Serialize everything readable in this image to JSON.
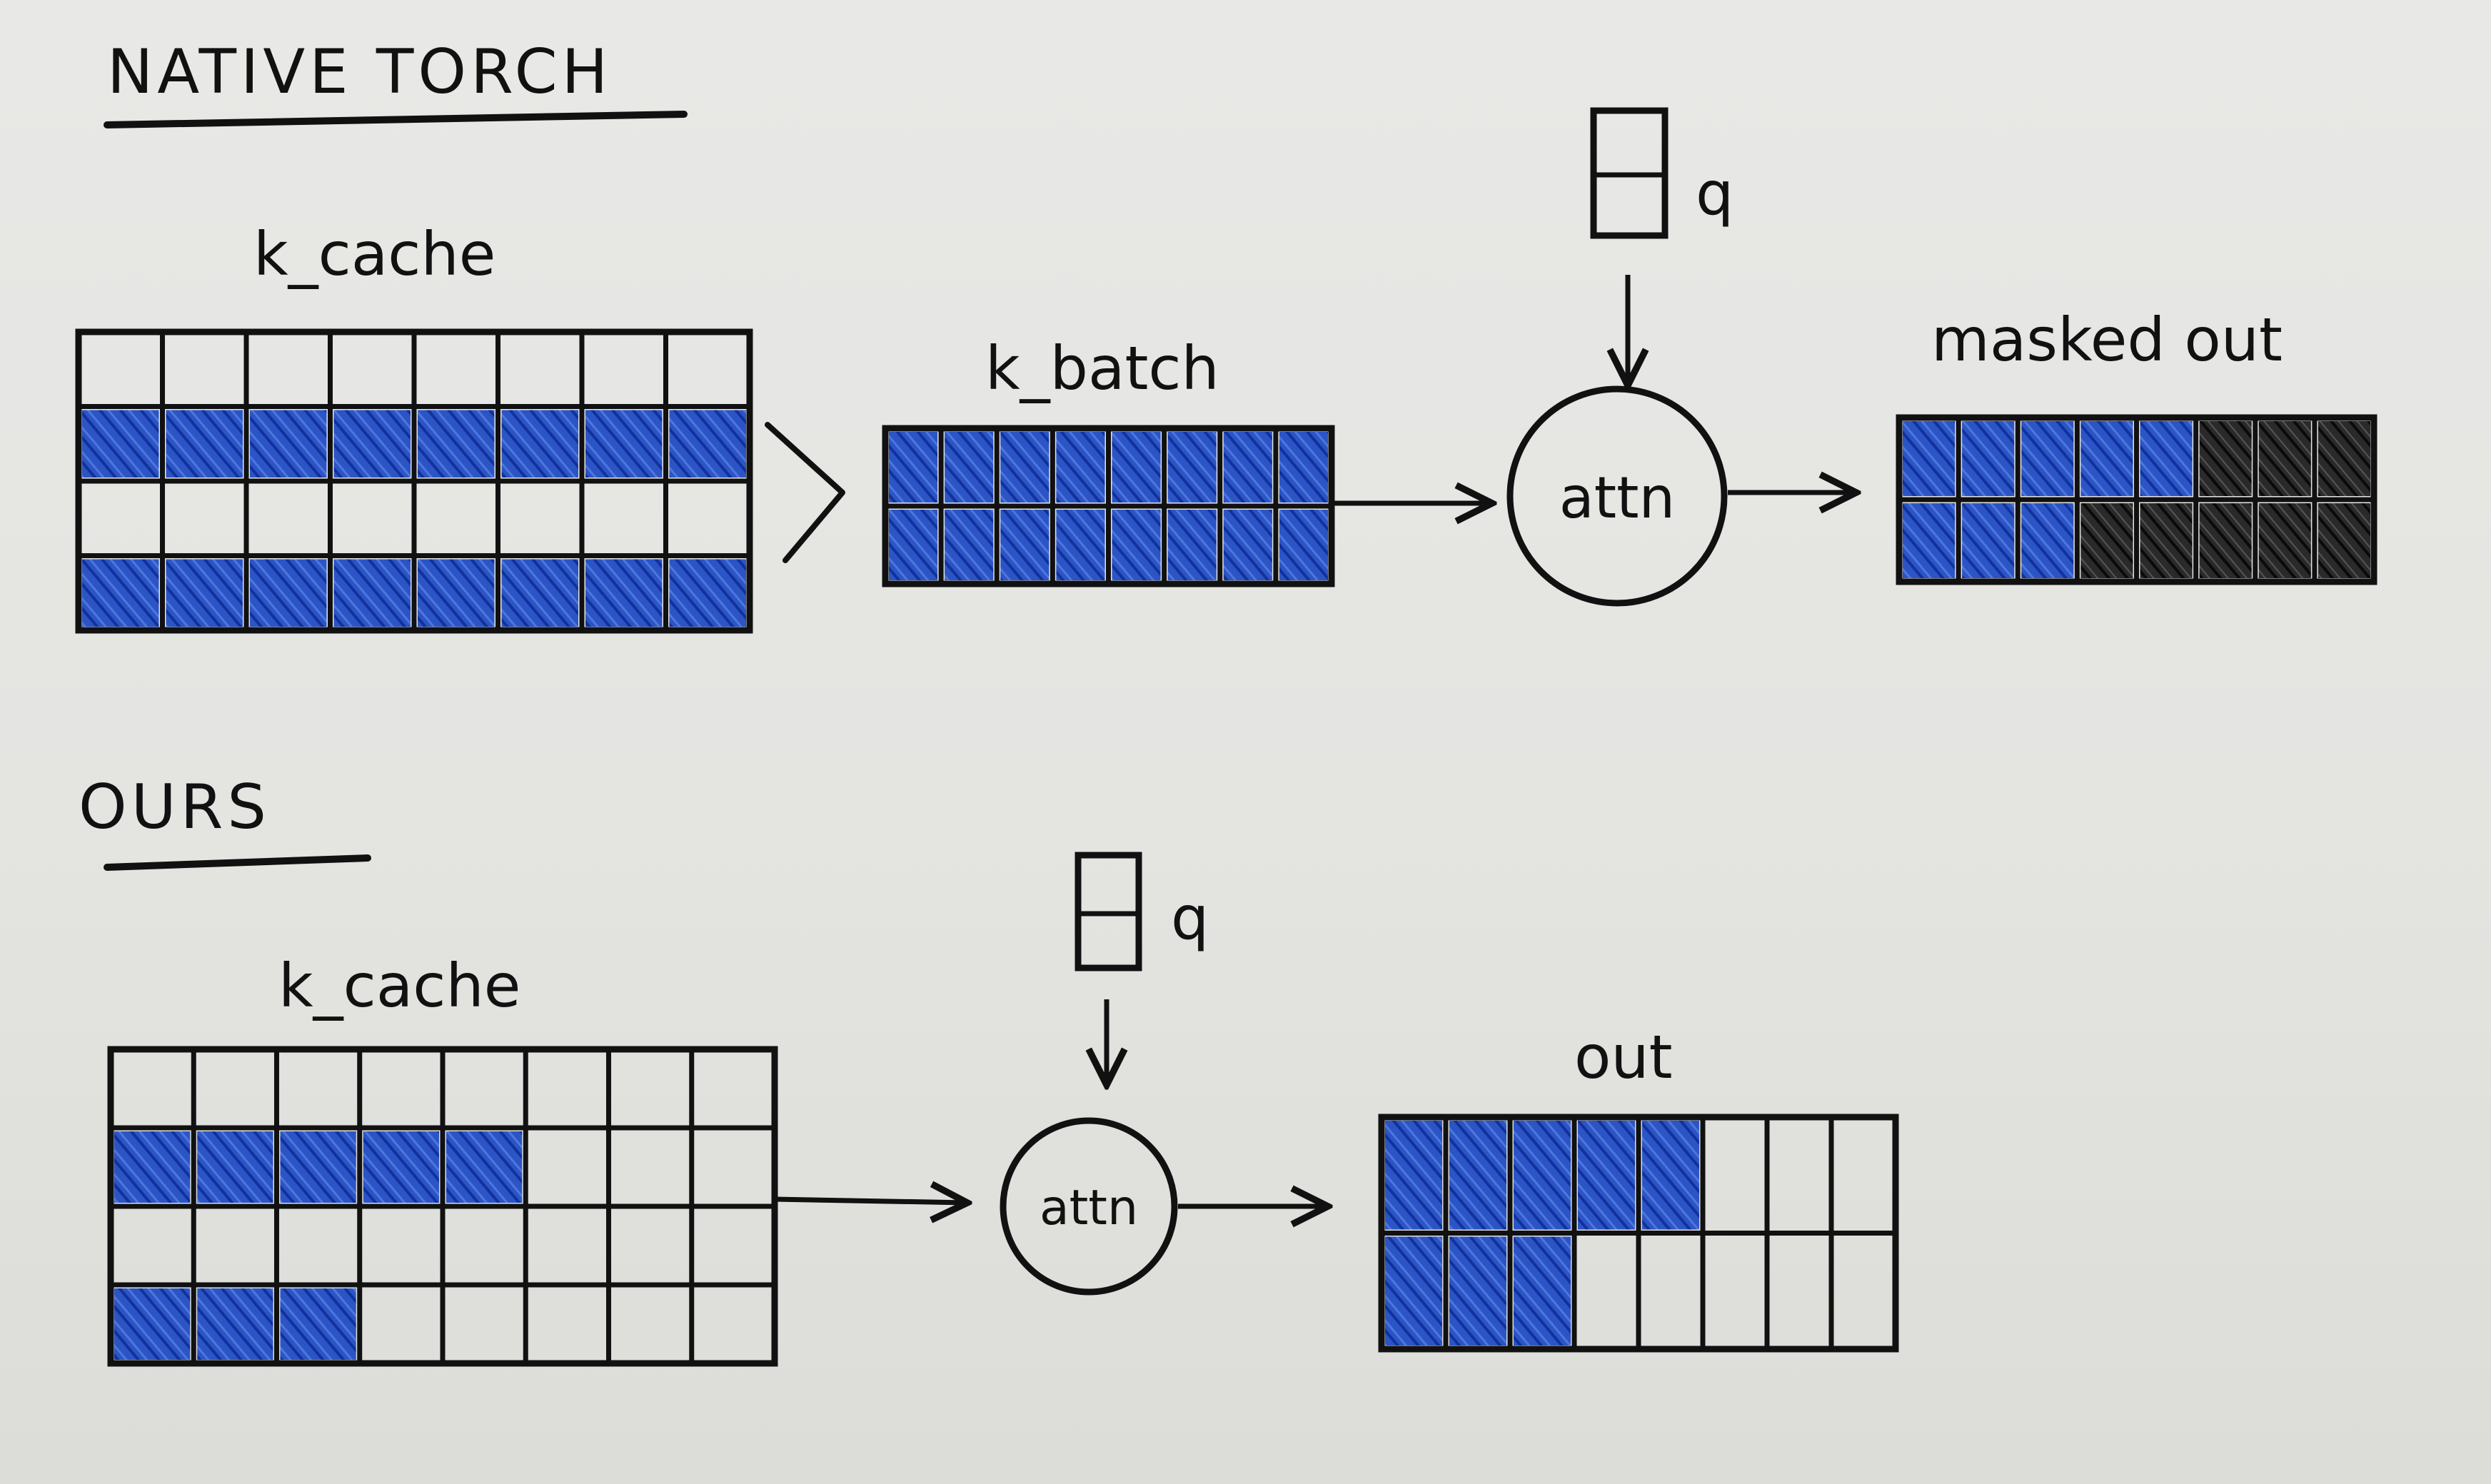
{
  "sections": {
    "native": {
      "title": "NATIVE TORCH",
      "k_cache_label": "k_cache",
      "k_batch_label": "k_batch",
      "q_label": "q",
      "attn_label": "attn",
      "output_label": "masked out",
      "k_cache": {
        "rows": 4,
        "cols": 8,
        "filled_per_row": [
          0,
          8,
          0,
          8
        ]
      },
      "k_batch": {
        "rows": 2,
        "cols": 8,
        "filled_per_row": [
          8,
          8
        ]
      },
      "output": {
        "rows": 2,
        "cols": 8,
        "blue_per_row": [
          5,
          3
        ],
        "black_per_row": [
          3,
          5
        ]
      }
    },
    "ours": {
      "title": "OURS",
      "k_cache_label": "k_cache",
      "q_label": "q",
      "attn_label": "attn",
      "output_label": "out",
      "k_cache": {
        "rows": 4,
        "cols": 8,
        "filled_per_row": [
          0,
          5,
          0,
          3
        ]
      },
      "output": {
        "rows": 2,
        "cols": 8,
        "blue_per_row": [
          5,
          3
        ],
        "black_per_row": [
          0,
          0
        ]
      }
    }
  },
  "colors": {
    "ink": "#111111",
    "blue_fill": "#1f47b8",
    "black_fill": "#1a1a1a"
  }
}
